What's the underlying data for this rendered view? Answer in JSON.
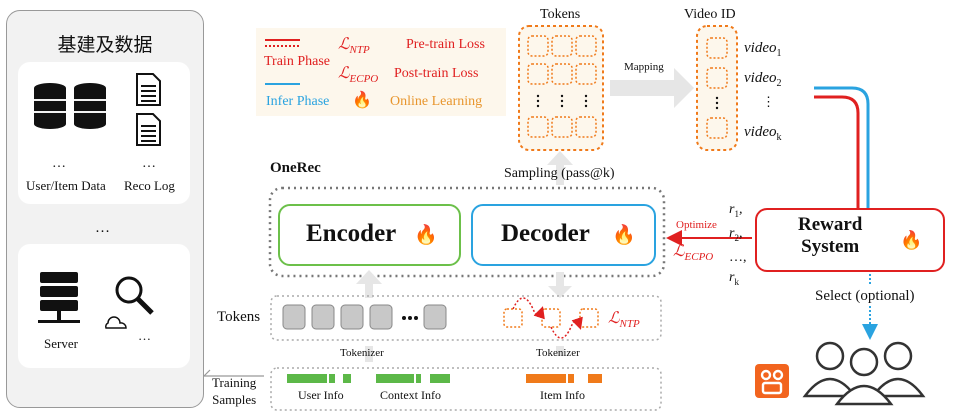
{
  "infra": {
    "title": "基建及数据",
    "user_item_data": "User/Item Data",
    "reco_log": "Reco Log",
    "server": "Server",
    "ellipsis": "…",
    "ellipsis_mid": "…"
  },
  "legend": {
    "ntp_symbol": "ℒ",
    "ntp_sub": "NTP",
    "pretrain": "Pre-train Loss",
    "train_phase": "Train Phase",
    "ecpo_symbol": "ℒ",
    "ecpo_sub": "ECPO",
    "posttrain": "Post-train Loss",
    "infer_phase": "Infer Phase",
    "online": "Online Learning"
  },
  "tokens_panel": {
    "title": "Tokens",
    "mapping": "Mapping"
  },
  "video_panel": {
    "title": "Video ID",
    "v1": "video",
    "v1_sub": "1",
    "v2": "video",
    "v2_sub": "2",
    "vk": "video",
    "vk_sub": "k"
  },
  "onerec": {
    "label": "OneRec",
    "sampling": "Sampling (pass@k)",
    "encoder": "Encoder",
    "decoder": "Decoder"
  },
  "reward": {
    "line1": "Reward",
    "line2": "System",
    "optimize": "Optimize",
    "loss": "ℒ",
    "loss_sub": "ECPO",
    "r1": "r",
    "r1_sub": "1",
    "r2": "r",
    "r2_sub": "2",
    "rdots": "…,",
    "rk": "r",
    "rk_sub": "k",
    "select": "Select (optional)"
  },
  "bottom": {
    "tokens": "Tokens",
    "ntp": "ℒ",
    "ntp_sub": "NTP",
    "tokenizer_left": "Tokenizer",
    "tokenizer_right": "Tokenizer",
    "training": "Training",
    "samples": "Samples",
    "user_info": "User Info",
    "context_info": "Context Info",
    "item_info": "Item Info"
  },
  "colors": {
    "green": "#6cc04a",
    "blue": "#2aa3e0",
    "red": "#e02020",
    "orange": "#f07a1a",
    "gray": "#bdbdbd"
  }
}
